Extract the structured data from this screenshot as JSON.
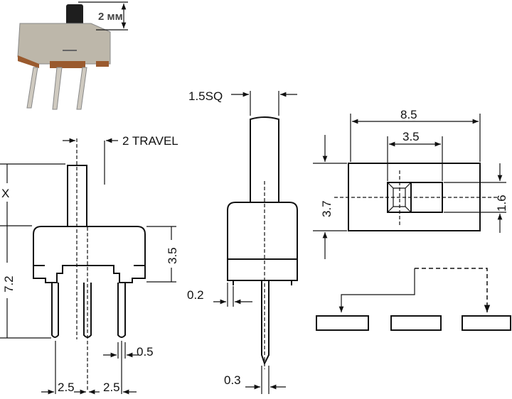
{
  "photo": {
    "height_label": "2 мм"
  },
  "front_view": {
    "travel_label": "2 TRAVEL",
    "actuator_height_label": "X",
    "total_height_label": "7.2",
    "body_height_label": "3.5",
    "pin_width_label": "0.5",
    "pitch_left_label": "2.5",
    "pitch_right_label": "2.5"
  },
  "side_view": {
    "actuator_size_label": "1.5SQ",
    "offset_label": "0.2",
    "pin_thickness_label": "0.3"
  },
  "top_view": {
    "length_label": "8.5",
    "slot_length_label": "3.5",
    "width_label": "3.7",
    "actuator_width_label": "1.6"
  },
  "colors": {
    "line": "#111111",
    "case": "#b9b3a6",
    "base": "#9a5a2e",
    "actuator": "#1e1e1e"
  }
}
